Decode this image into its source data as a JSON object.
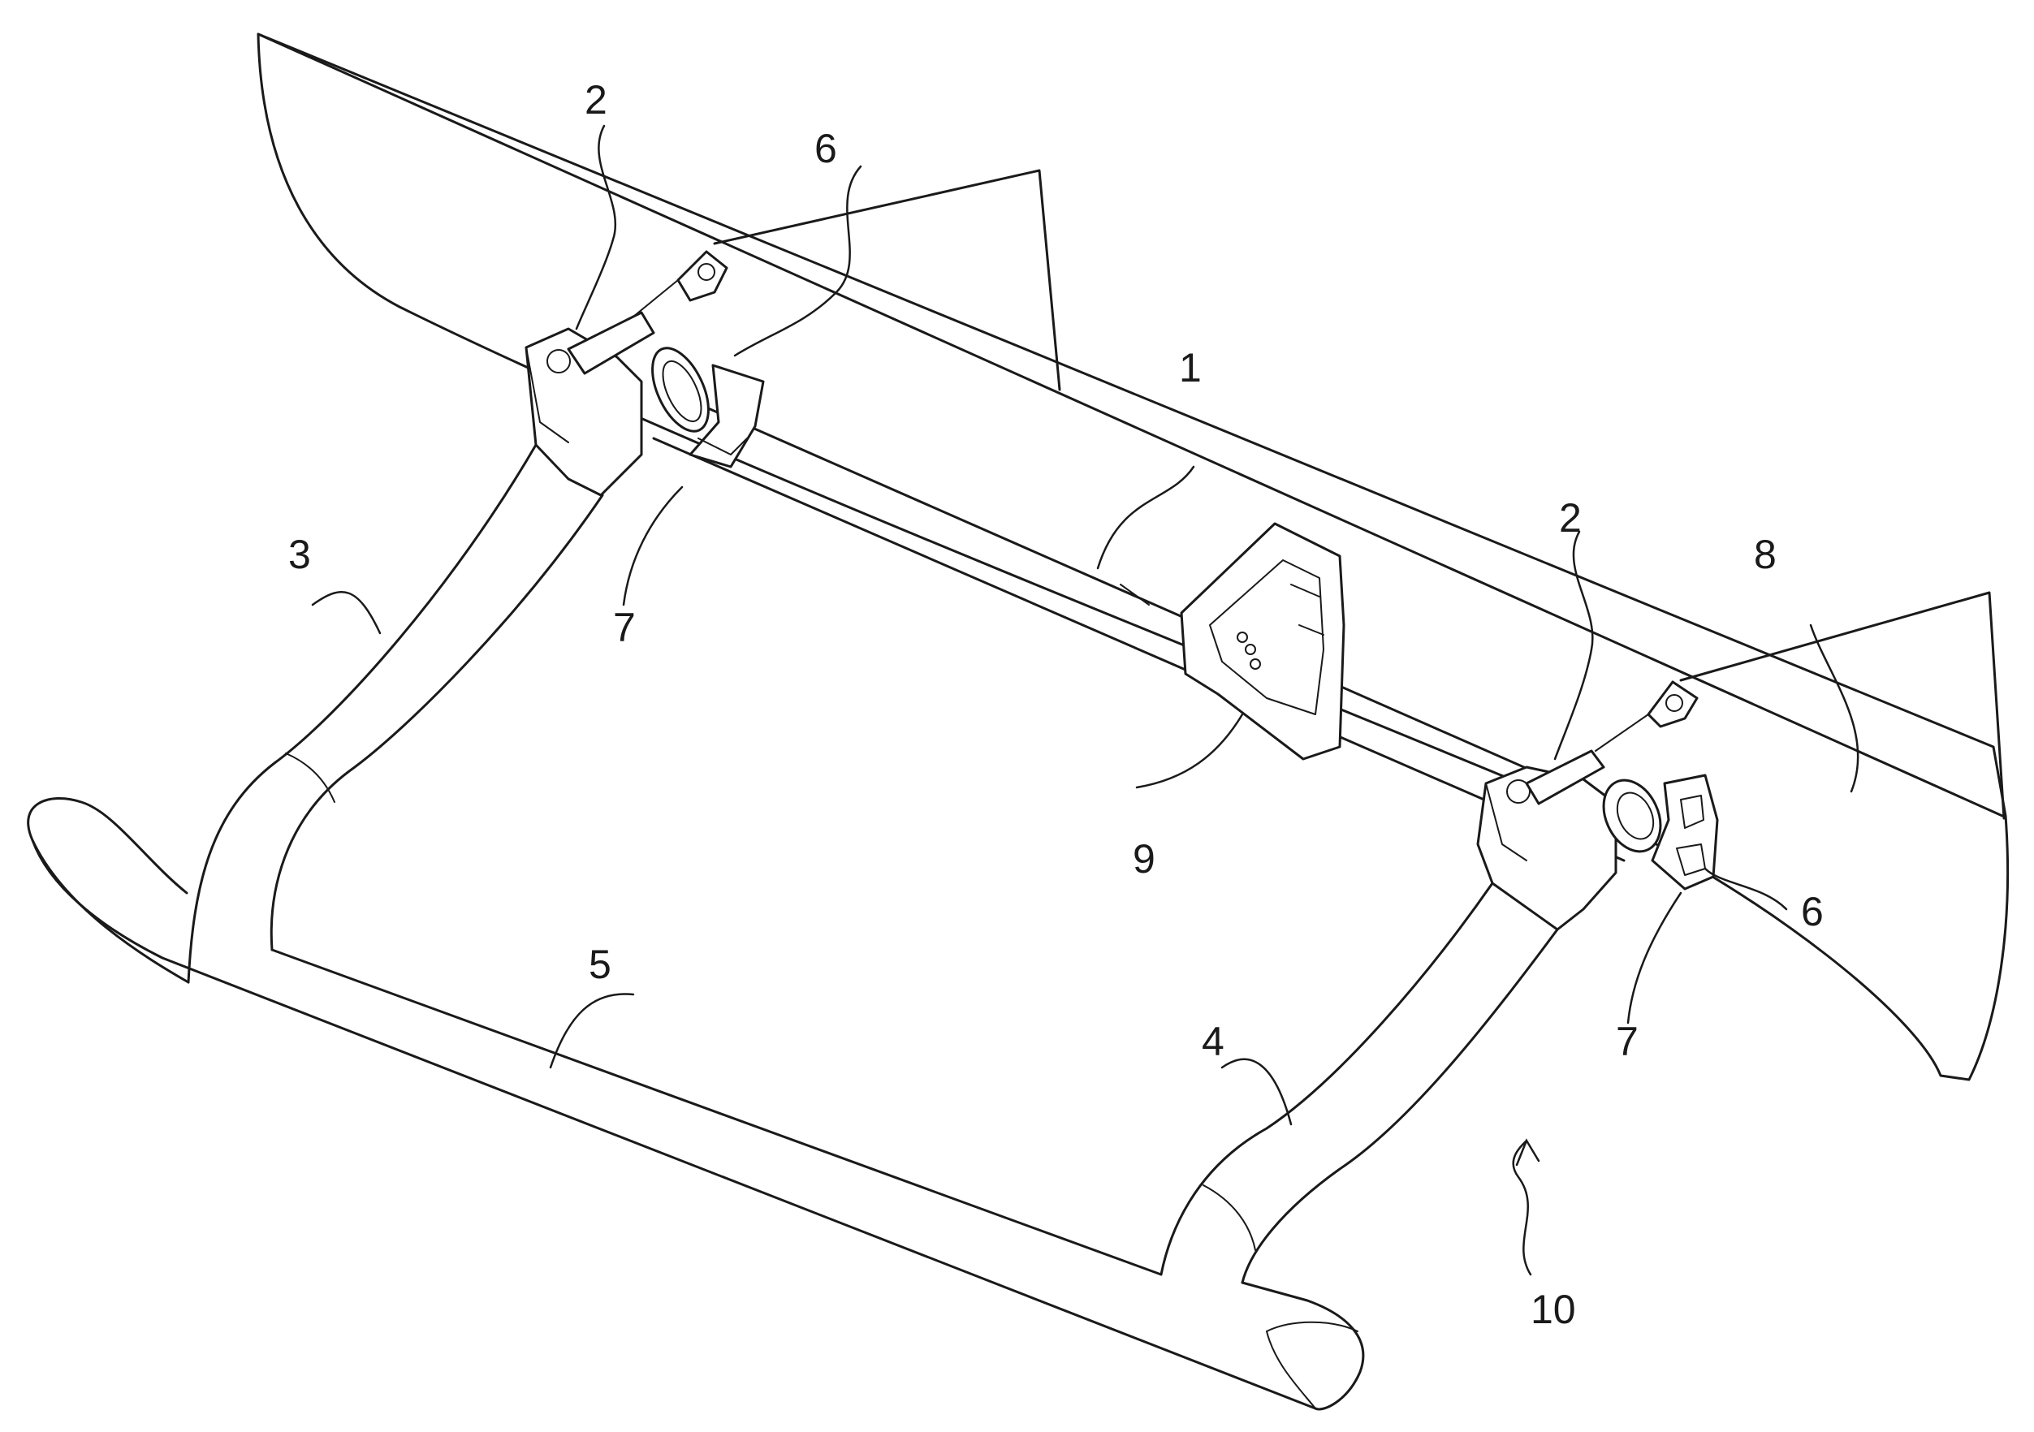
{
  "figure": {
    "labels": [
      {
        "id": "1",
        "text": "1"
      },
      {
        "id": "2a",
        "text": "2"
      },
      {
        "id": "2b",
        "text": "2"
      },
      {
        "id": "3",
        "text": "3"
      },
      {
        "id": "4",
        "text": "4"
      },
      {
        "id": "5",
        "text": "5"
      },
      {
        "id": "6a",
        "text": "6"
      },
      {
        "id": "6b",
        "text": "6"
      },
      {
        "id": "7a",
        "text": "7"
      },
      {
        "id": "7b",
        "text": "7"
      },
      {
        "id": "8",
        "text": "8"
      },
      {
        "id": "9",
        "text": "9"
      },
      {
        "id": "10",
        "text": "10"
      }
    ]
  }
}
